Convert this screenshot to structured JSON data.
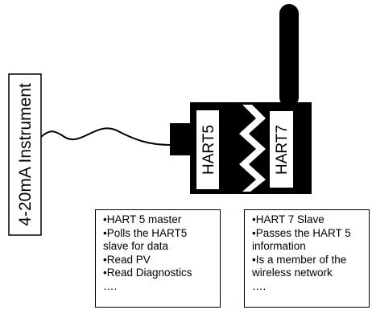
{
  "instrument_label": "4-20mA Instrument",
  "module_labels": {
    "left": "HART5",
    "right": "HART7"
  },
  "note_left": {
    "lines": [
      "•HART 5 master",
      "•Polls the HART5",
      "slave for data",
      "•Read PV",
      "•Read Diagnostics",
      "…."
    ]
  },
  "note_right": {
    "lines": [
      "•HART 7 Slave",
      "•Passes the HART 5",
      "information",
      "•Is a member of the",
      "wireless network",
      "…."
    ]
  },
  "colors": {
    "device": "#000000",
    "background": "#ffffff",
    "text": "#000000"
  }
}
